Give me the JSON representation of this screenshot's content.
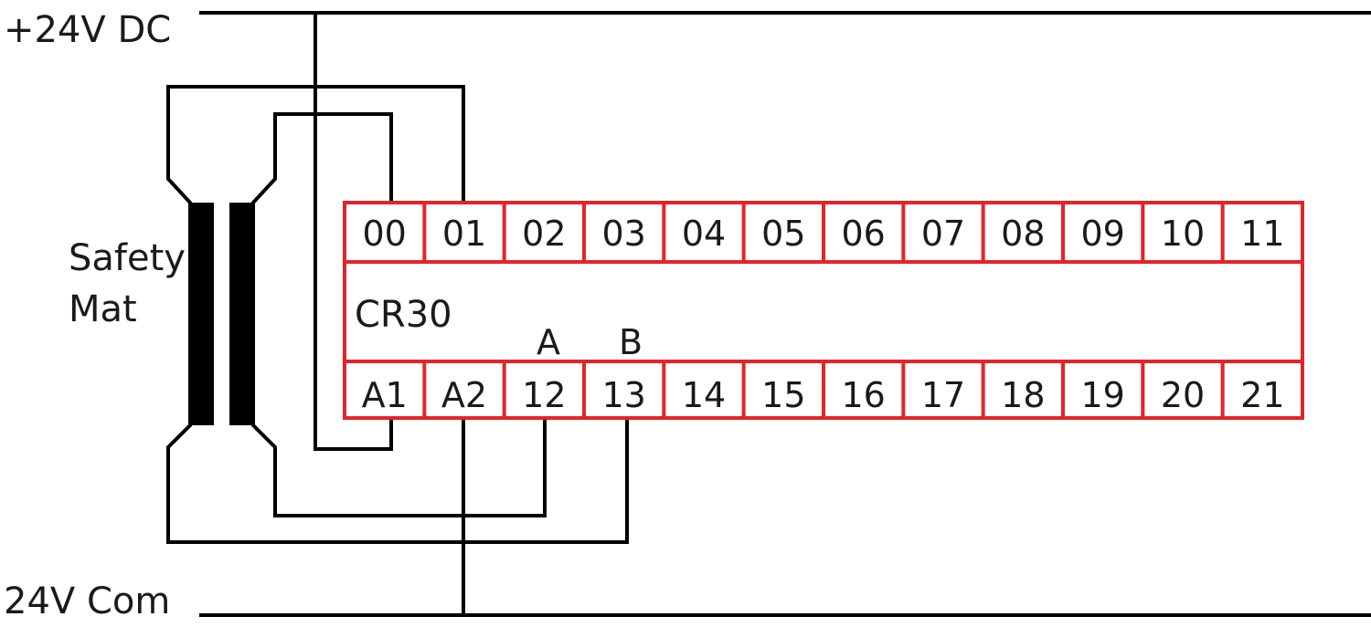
{
  "rails": {
    "top_label": "+24V DC",
    "bottom_label": "24V Com"
  },
  "safety_mat": {
    "label_line1": "Safety",
    "label_line2": "Mat"
  },
  "relay": {
    "name": "CR30",
    "top_terminals": [
      "00",
      "01",
      "02",
      "03",
      "04",
      "05",
      "06",
      "07",
      "08",
      "09",
      "10",
      "11"
    ],
    "bottom_terminals": [
      "A1",
      "A2",
      "12",
      "13",
      "14",
      "15",
      "16",
      "17",
      "18",
      "19",
      "20",
      "21"
    ],
    "channel_labels": {
      "a": "A",
      "b": "B"
    }
  },
  "colors": {
    "relay_outline": "#e3242b",
    "wire": "#000000",
    "text": "#1a1a1a"
  }
}
